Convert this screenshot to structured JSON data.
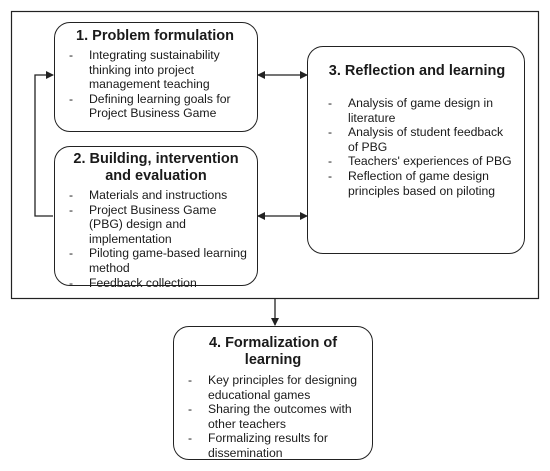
{
  "box1": {
    "title": "1. Problem formulation",
    "items": [
      "Integrating sustainability thinking into project management teaching",
      "Defining learning goals for Project Business Game"
    ]
  },
  "box2": {
    "title": "2. Building, intervention and evaluation",
    "items": [
      "Materials and instructions",
      "Project Business Game (PBG) design and implementation",
      "Piloting game-based learning method",
      "Feedback collection"
    ]
  },
  "box3": {
    "title": "3. Reflection and learning",
    "items": [
      "Analysis of game design in literature",
      "Analysis of student feedback of PBG",
      "Teachers' experiences of PBG",
      "Reflection of game design principles based on piloting"
    ]
  },
  "box4": {
    "title": "4. Formalization of learning",
    "items": [
      "Key principles for designing educational games",
      "Sharing the outcomes with other teachers",
      "Formalizing results for dissemination"
    ]
  }
}
